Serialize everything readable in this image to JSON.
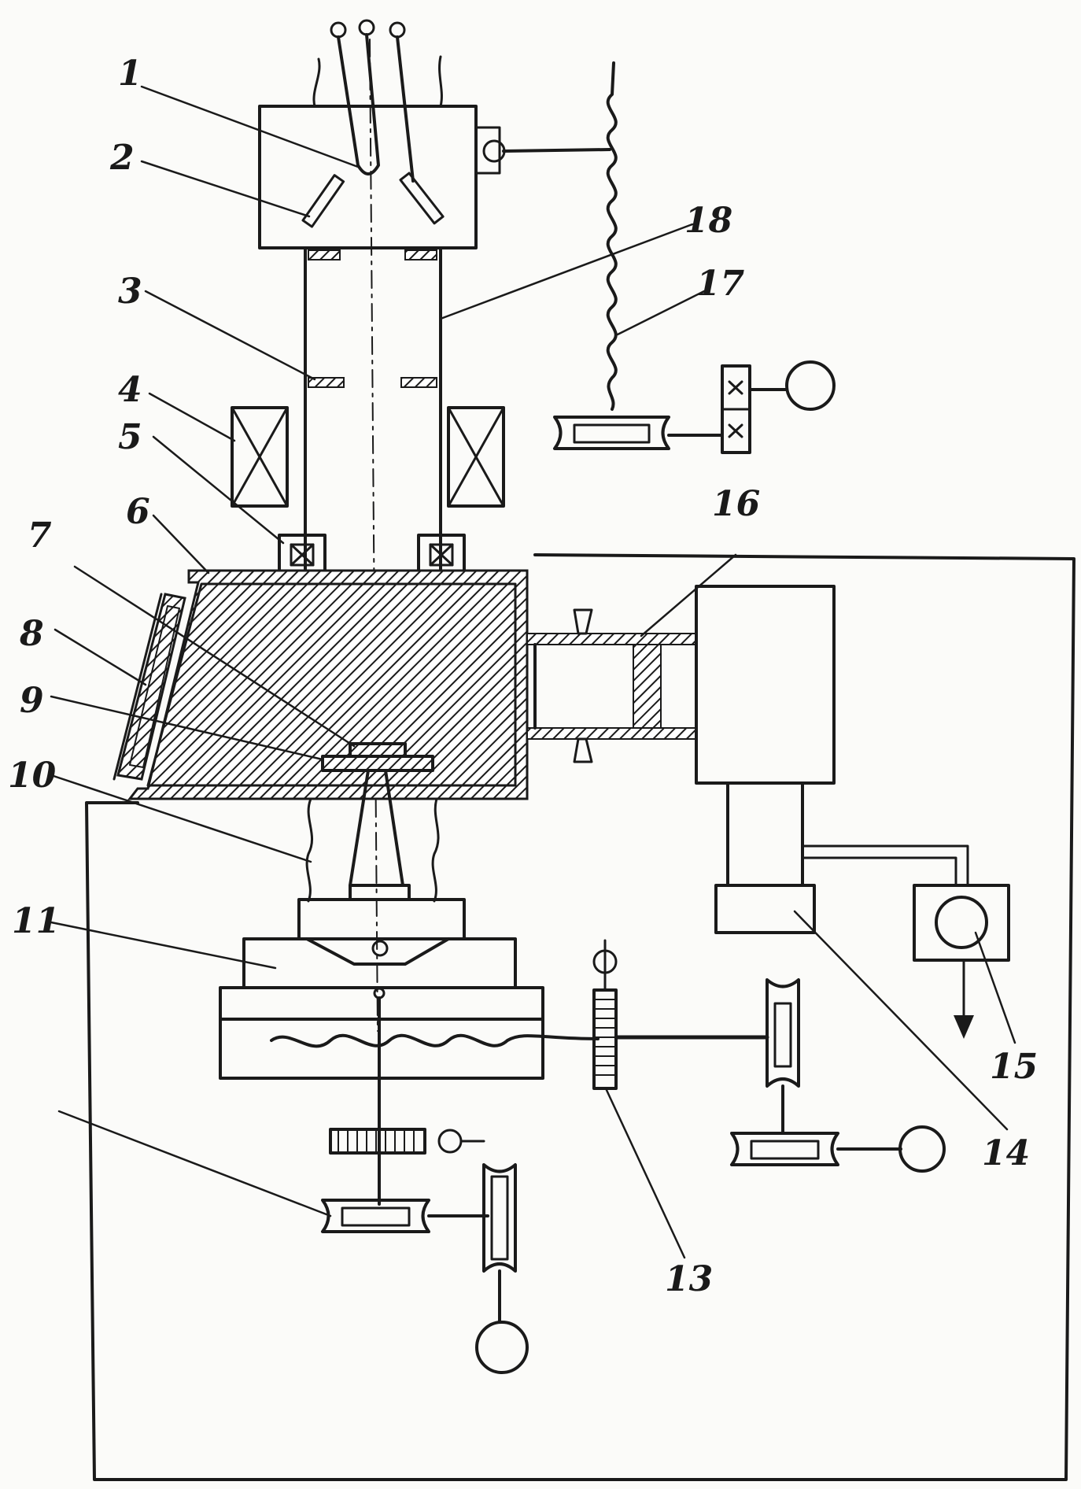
{
  "callouts": [
    {
      "id": "1",
      "text": "1"
    },
    {
      "id": "2",
      "text": "2"
    },
    {
      "id": "3",
      "text": "3"
    },
    {
      "id": "4",
      "text": "4"
    },
    {
      "id": "5",
      "text": "5"
    },
    {
      "id": "6",
      "text": "6"
    },
    {
      "id": "7",
      "text": "7"
    },
    {
      "id": "8",
      "text": "8"
    },
    {
      "id": "9",
      "text": "9"
    },
    {
      "id": "10",
      "text": "10"
    },
    {
      "id": "11",
      "text": "11"
    },
    {
      "id": "13",
      "text": "13"
    },
    {
      "id": "14",
      "text": "14"
    },
    {
      "id": "15",
      "text": "15"
    },
    {
      "id": "16",
      "text": "16"
    },
    {
      "id": "17",
      "text": "17"
    },
    {
      "id": "18",
      "text": "18"
    }
  ],
  "colors": {
    "ink": "#1a1a1a",
    "paper": "#fbfbf9"
  }
}
